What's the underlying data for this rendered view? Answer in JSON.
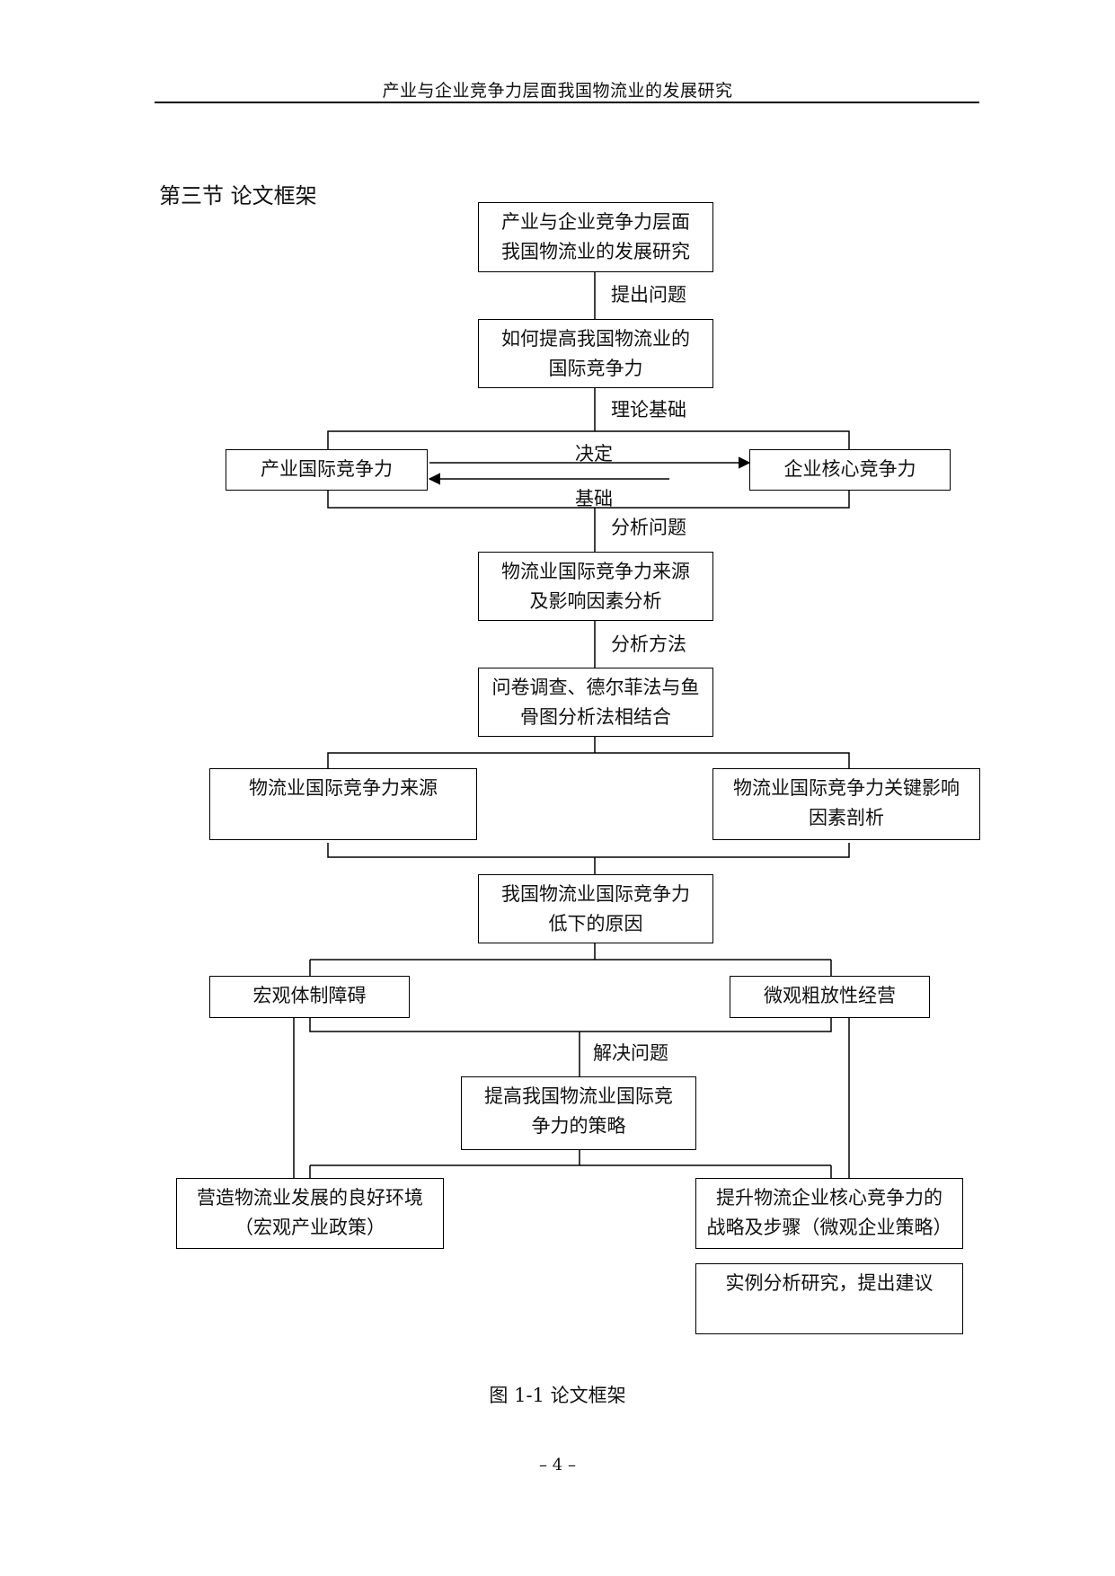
{
  "header": {
    "title": "产业与企业竞争力层面我国物流业的发展研究"
  },
  "section": {
    "title": "第三节  论文框架"
  },
  "flowchart": {
    "nodes": {
      "topic": [
        "产业与企业竞争力层面",
        "我国物流业的发展研究"
      ],
      "question": [
        "如何提高我国物流业的",
        "国际竞争力"
      ],
      "industry": "产业国际竞争力",
      "enterprise": "企业核心竞争力",
      "sources_factors": [
        "物流业国际竞争力来源",
        "及影响因素分析"
      ],
      "methods": [
        "问卷调查、德尔菲法与鱼",
        "骨图分析法相结合"
      ],
      "sources": "物流业国际竞争力来源",
      "key_factors": [
        "物流业国际竞争力关键影响",
        "因素剖析"
      ],
      "low_causes": [
        "我国物流业国际竞争力",
        "低下的原因"
      ],
      "macro_barrier": "宏观体制障碍",
      "micro_mgmt": "微观粗放性经营",
      "strategy": [
        "提高我国物流业国际竞",
        "争力的策略"
      ],
      "macro_env": [
        "营造物流业发展的良好环境",
        "（宏观产业政策）"
      ],
      "micro_strategy": [
        "提升物流企业核心竞争力的",
        "战略及步骤（微观企业策略）"
      ],
      "case_study": "实例分析研究，提出建议"
    },
    "labels": {
      "raise_question": "提出问题",
      "theory_basis": "理论基础",
      "determines": "决定",
      "basis": "基础",
      "analyze_question": "分析问题",
      "analysis_method": "分析方法",
      "solve_question": "解决问题"
    }
  },
  "caption": "图 1-1    论文框架",
  "page_number": "– 4 –"
}
